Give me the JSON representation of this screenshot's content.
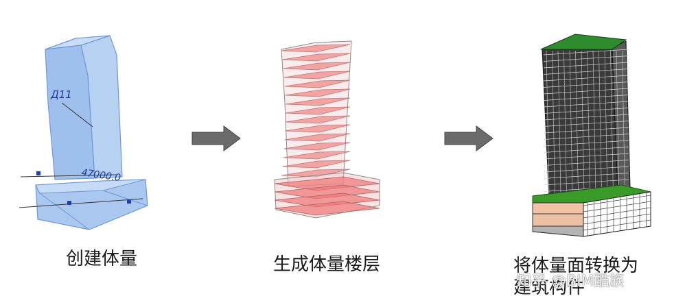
{
  "steps": [
    {
      "caption": "创建体量",
      "annotation_label": "Д11",
      "dimension_label": "47000.0"
    },
    {
      "caption": "生成体量楼层"
    },
    {
      "caption_line1": "将体量面转换为",
      "caption_line2": "建筑构件"
    }
  ],
  "watermark": "知乎 @BIM酷族",
  "colors": {
    "mass_fill": "#a9c7ef",
    "mass_stroke": "#6f97d2",
    "floor_fill": "#f3a4a4",
    "roof_green": "#2e8b2e",
    "arrow": "#6b6b6b"
  }
}
